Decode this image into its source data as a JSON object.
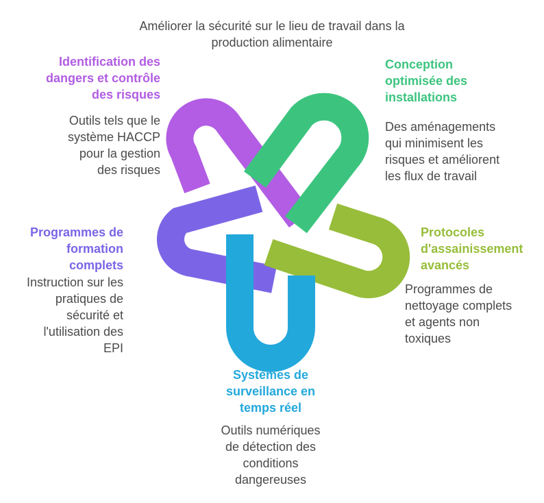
{
  "title": "Améliorer la sécurité sur le lieu de travail dans la production alimentaire",
  "colors": {
    "purple": "#b25de3",
    "green": "#3cc47f",
    "olive": "#97bd3a",
    "blue": "#23a8db",
    "violet": "#7b65e6"
  },
  "items": [
    {
      "label": "Identification des\ndangers et contrôle\ndes risques",
      "desc": "Outils tels que le\nsystème HACCP\npour la gestion\ndes risques"
    },
    {
      "label": "Conception\noptimisée des\ninstallations",
      "desc": "Des aménagements\nqui minimisent les\nrisques et améliorent\nles flux de travail"
    },
    {
      "label": "Protocoles\nd'assainissement\navancés",
      "desc": "Programmes de\nnettoyage complets\net agents non\ntoxiques"
    },
    {
      "label": "Systèmes de\nsurveillance en\ntemps réel",
      "desc": "Outils numériques\nde détection des\nconditions\ndangereuses"
    },
    {
      "label": "Programmes de\nformation\ncomplets",
      "desc": "Instruction sur les\npratiques de\nsécurité et\nl'utilisation des\nEPI"
    }
  ]
}
